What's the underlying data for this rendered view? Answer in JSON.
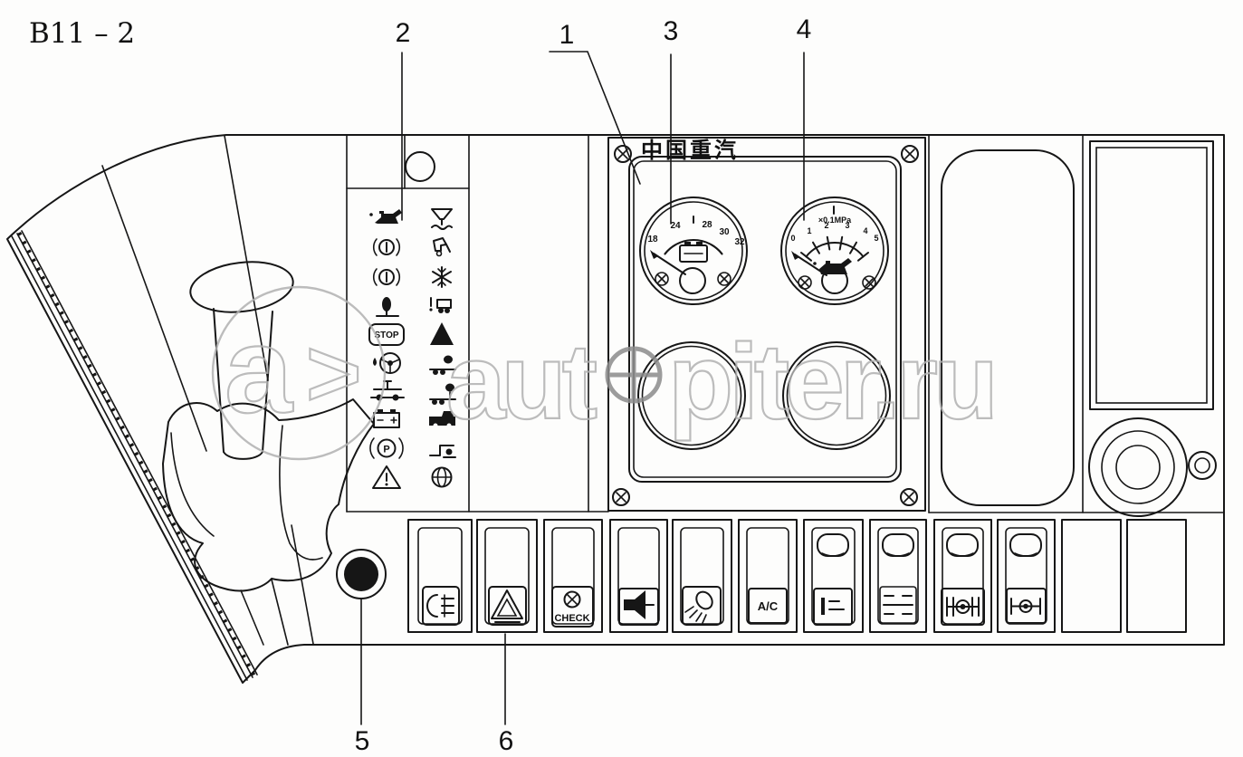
{
  "title": "B11 – 2",
  "callouts": [
    {
      "n": "1",
      "target": "instrument-cluster"
    },
    {
      "n": "2",
      "target": "indicator-lamp-panel"
    },
    {
      "n": "3",
      "target": "voltmeter"
    },
    {
      "n": "4",
      "target": "oil-pressure-gauge"
    },
    {
      "n": "5",
      "target": "knob"
    },
    {
      "n": "6",
      "target": "rocker-switch"
    }
  ],
  "cluster": {
    "brand": "中国重汽",
    "voltmeter": {
      "name": "voltmeter",
      "ticks": [
        "18",
        "24",
        "28",
        "30",
        "32"
      ],
      "center_icon": "battery-icon"
    },
    "oil_gauge": {
      "name": "oil-pressure-gauge",
      "unit": "×0.1MPa",
      "ticks": [
        "0",
        "1",
        "2",
        "3",
        "4",
        "5"
      ],
      "center_icon": "oil-can-icon"
    }
  },
  "indicator_panel": {
    "stop_label": "STOP",
    "parking_letter": "P",
    "left_icons": [
      "oil-pressure",
      "brake-circuit-1",
      "brake-circuit-2",
      "air-filter",
      "stop",
      "power-steering",
      "chassis-lube",
      "battery",
      "parking-brake",
      "general-warning"
    ],
    "right_icons": [
      "water-separator",
      "cab-tilt",
      "frost",
      "trailer-warning",
      "caution-solid",
      "lift-axle-front",
      "lift-axle-rear",
      "truck-body",
      "fifth-wheel",
      "differential-lock"
    ]
  },
  "switches": [
    {
      "icon": "fog-light"
    },
    {
      "icon": "hazard-warning"
    },
    {
      "icon": "check-lamp",
      "label": "CHECK"
    },
    {
      "icon": "horn"
    },
    {
      "icon": "work-lamp"
    },
    {
      "icon": "air-conditioner",
      "label": "A/C"
    },
    {
      "icon": "lift-axle"
    },
    {
      "icon": "inter-wheel-diff-lock"
    },
    {
      "icon": "inter-axle-diff-lock"
    },
    {
      "icon": "cross-axle-diff-lock"
    },
    {
      "icon": "blank"
    },
    {
      "icon": "blank"
    }
  ],
  "watermark": {
    "logo_letter": "a",
    "logo_arrow": ">",
    "text_left": "aut",
    "text_right": "piter.ru"
  },
  "colors": {
    "ink": "#161616",
    "watermark": "#b1b1b1",
    "paper": "#fdfdfc"
  }
}
